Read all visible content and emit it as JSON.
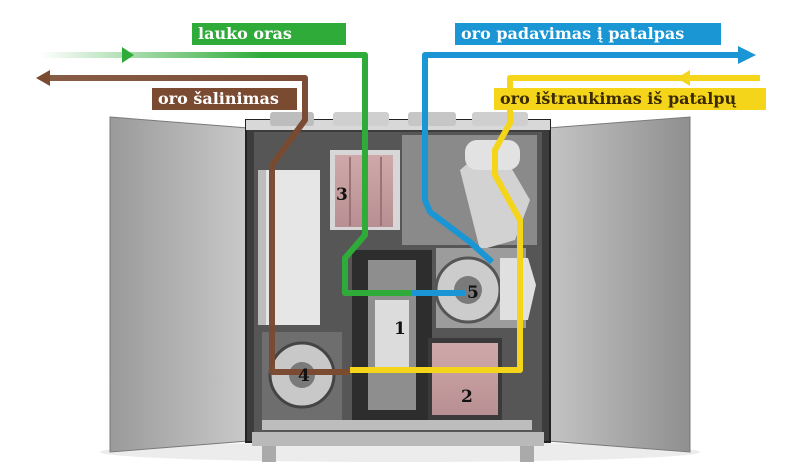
{
  "labels": {
    "outdoor_air": "lauko oras",
    "supply_air": "oro padavimas į patalpas",
    "exhaust_air": "oro šalinimas",
    "extract_air": "oro ištraukimas iš patalpų"
  },
  "component_numbers": [
    "1",
    "2",
    "3",
    "4",
    "5"
  ],
  "colors": {
    "outdoor_air": "#2fab3a",
    "supply_air": "#1996d3",
    "exhaust_air": "#7a4a31",
    "extract_air": "#f5d519"
  }
}
